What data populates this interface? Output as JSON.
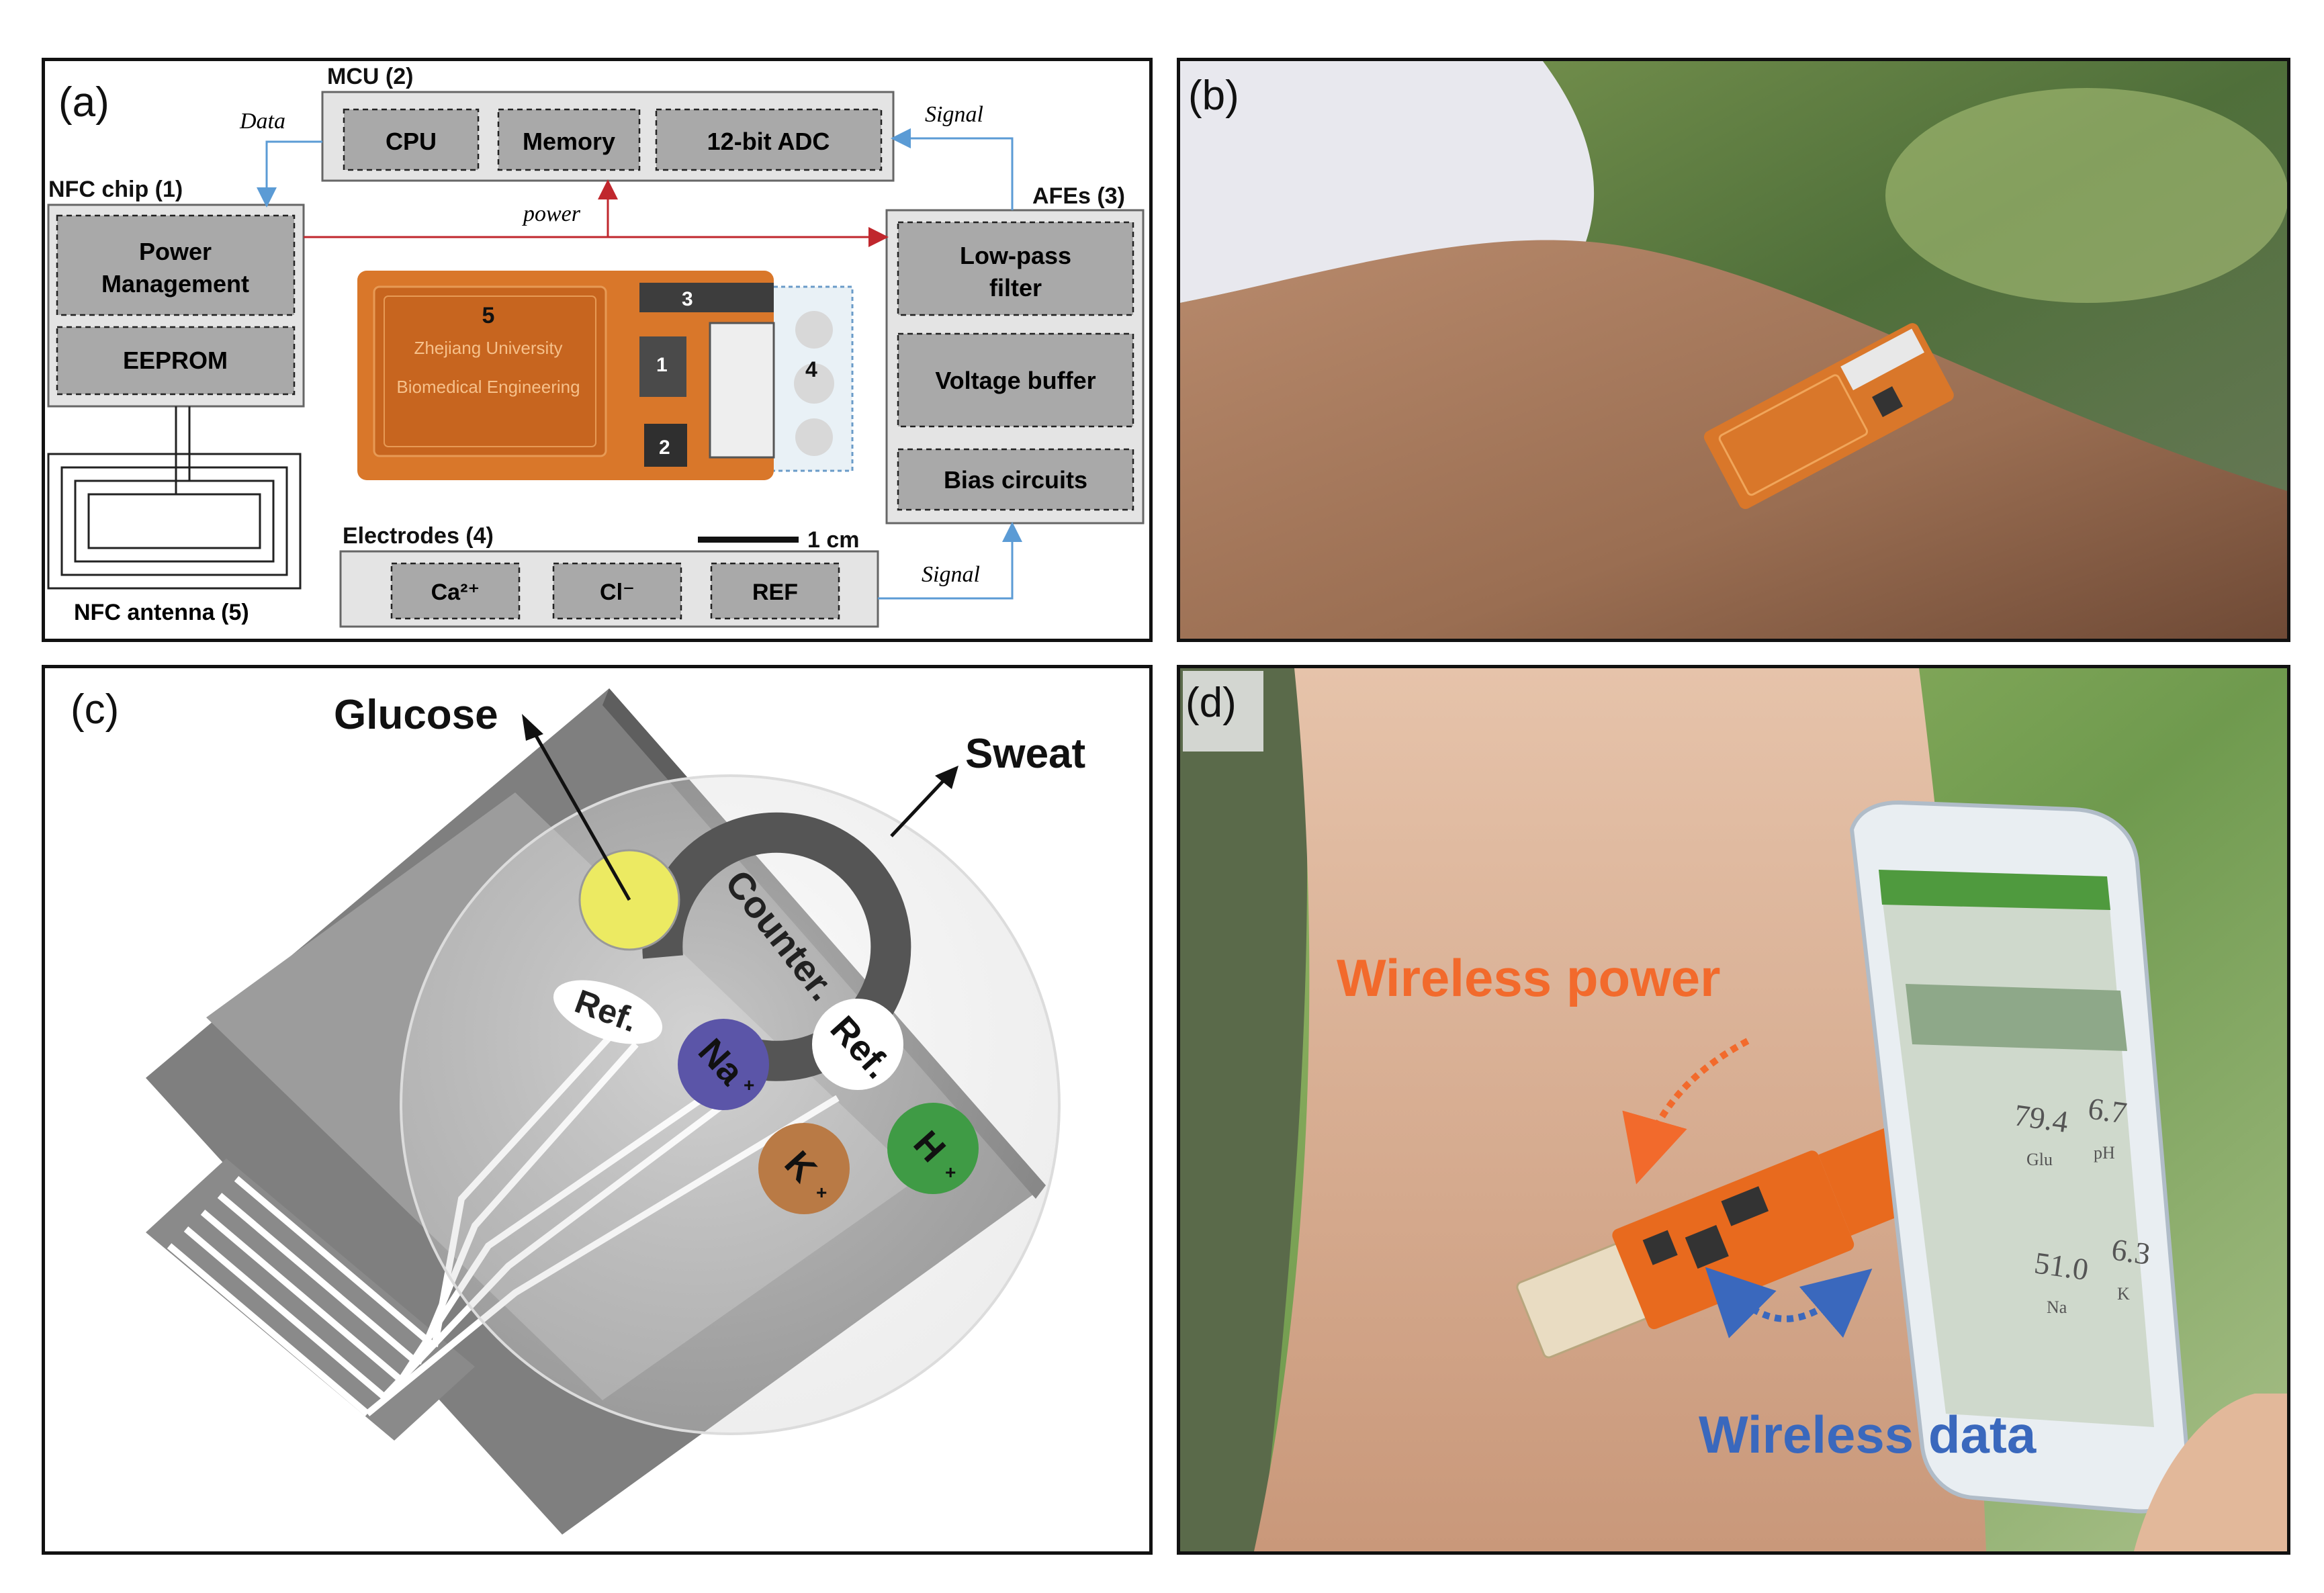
{
  "panel_a": {
    "letter": "(a)",
    "mcu": {
      "title": "MCU (2)",
      "cpu": "CPU",
      "memory": "Memory",
      "adc": "12-bit ADC"
    },
    "nfc_chip": {
      "title": "NFC chip (1)",
      "power_line1": "Power",
      "power_line2": "Management",
      "eeprom": "EEPROM"
    },
    "afes": {
      "title": "AFEs (3)",
      "lowpass_line1": "Low-pass",
      "lowpass_line2": "filter",
      "buffer": "Voltage buffer",
      "bias": "Bias circuits"
    },
    "electrodes": {
      "title": "Electrodes (4)",
      "ca": "Ca²⁺",
      "cl": "Cl⁻",
      "ref": "REF"
    },
    "antenna": "NFC antenna (5)",
    "arrow_data": "Data",
    "arrow_power": "power",
    "arrow_signal_top": "Signal",
    "arrow_signal_bottom": "Signal",
    "board": {
      "n1": "1",
      "n2": "2",
      "n3": "3",
      "n4": "4",
      "n5": "5",
      "university": "Zhejiang University",
      "department": "Biomedical Engineering"
    },
    "scale": "1 cm"
  },
  "panel_b": {
    "letter": "(b)"
  },
  "panel_c": {
    "letter": "(c)",
    "glucose": "Glucose",
    "sweat": "Sweat",
    "counter": "Counter.",
    "ref1": "Ref.",
    "ref2": "Ref.",
    "na": "Na",
    "k": "K",
    "h": "H",
    "plus": "+"
  },
  "panel_d": {
    "letter": "(d)",
    "wireless_power": "Wireless power",
    "wireless_data": "Wireless data",
    "phone": {
      "v1": "79.4",
      "u1": "Glu",
      "v2": "6.7",
      "u2": "pH",
      "v3": "51.0",
      "u3": "Na",
      "v4": "6.3",
      "u4": "K"
    }
  },
  "colors": {
    "orange_board": "#d9772a",
    "glucose_yellow": "#ecea62",
    "na_purple": "#5b55a8",
    "k_orange": "#b97a45",
    "h_green": "#3f9b45",
    "power_orange": "#f26a2c",
    "data_blue": "#3a68bd",
    "arrow_red": "#c0272d",
    "signal_blue": "#5b9bd5"
  }
}
